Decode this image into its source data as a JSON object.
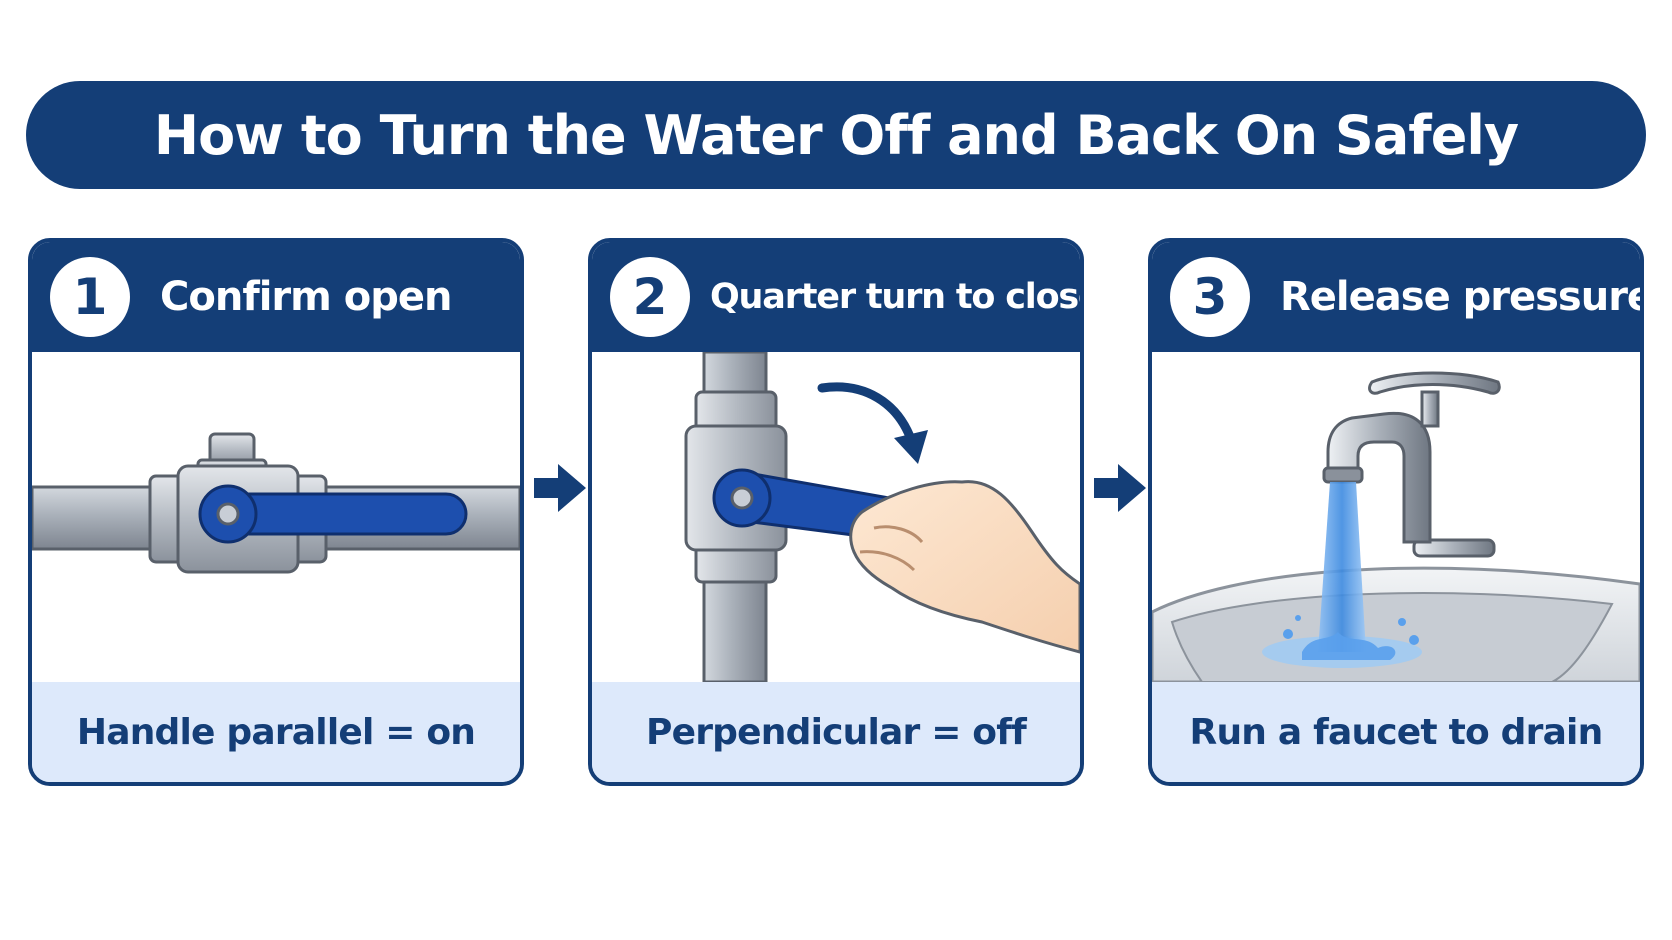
{
  "title": "How to Turn the Water Off and Back On Safely",
  "colors": {
    "navy": "#143e77",
    "light_blue": "#dde9fb",
    "handle_blue": "#1d4fae",
    "pipe_gray": "#a7adb6"
  },
  "steps": [
    {
      "number": "1",
      "title": "Confirm open",
      "caption": "Handle parallel = on",
      "icon": "ball-valve-open-icon"
    },
    {
      "number": "2",
      "title": "Quarter turn to close",
      "caption": "Perpendicular = off",
      "icon": "ball-valve-closing-icon"
    },
    {
      "number": "3",
      "title": "Release pressure",
      "caption": "Run a faucet to drain",
      "icon": "faucet-running-icon"
    }
  ],
  "connectors": [
    "arrow-right-icon",
    "arrow-right-icon"
  ]
}
